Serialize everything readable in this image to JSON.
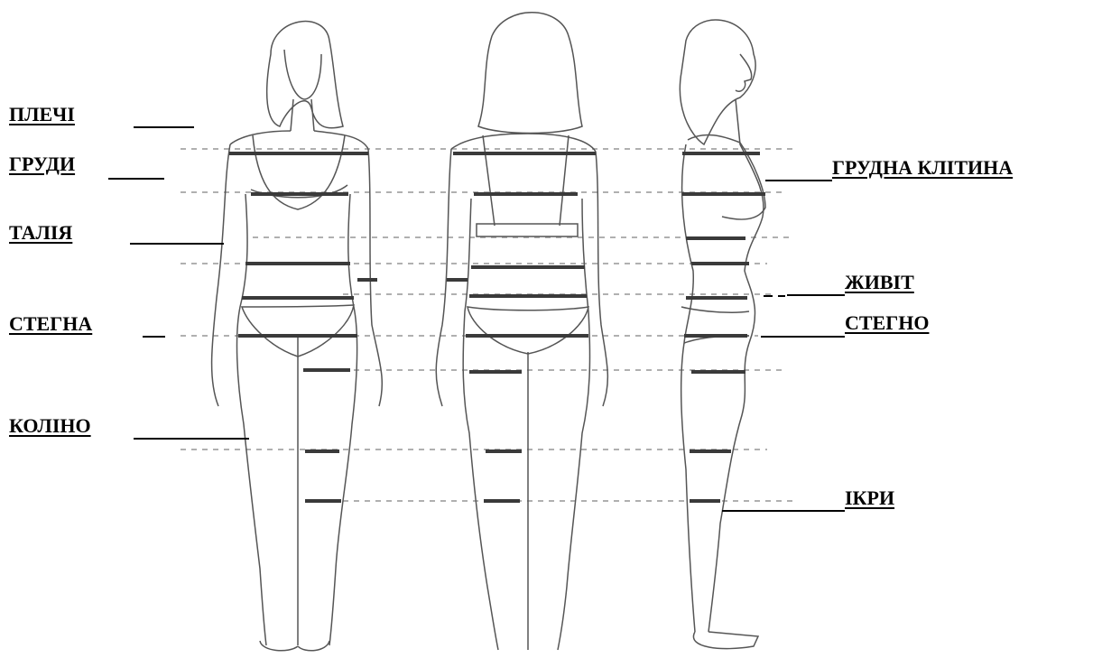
{
  "labels": {
    "shoulders": "ПЛЕЧІ",
    "bust": "ГРУДИ",
    "waist": "ТАЛІЯ",
    "hips": "СТЕГНА",
    "knee": "КОЛІНО",
    "chest": "ГРУДНА КЛІТИНА",
    "belly": "ЖИВІТ",
    "thigh": "СТЕГНО",
    "calves": "ІКРИ"
  },
  "colors": {
    "line": "#000000",
    "dashed": "#b0b0b0",
    "measure": "#3a3a3a",
    "figure": "#555555"
  }
}
